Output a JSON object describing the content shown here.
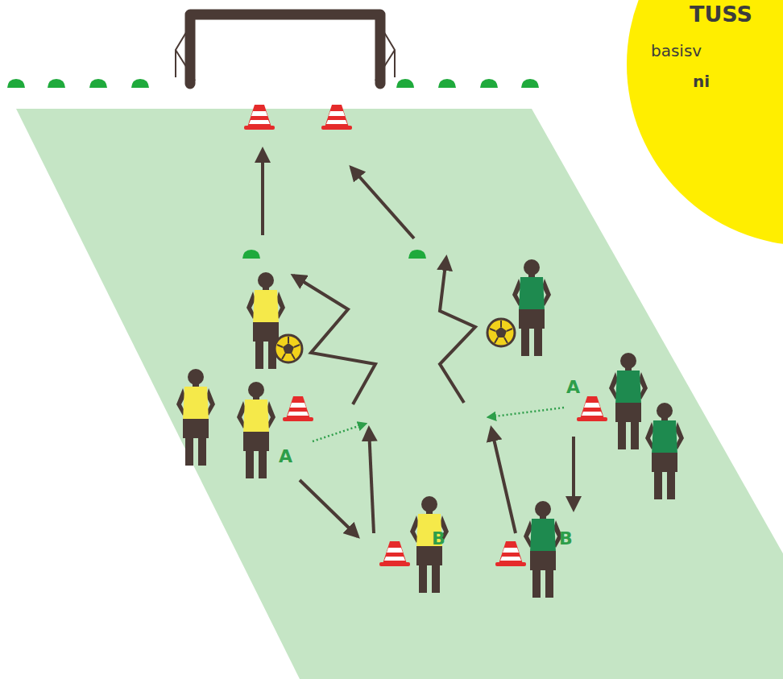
{
  "diagram": {
    "nodes": [
      {
        "text": [
          "TUSS",
          "basisv",
          "ni"
        ]
      }
    ],
    "labels": [
      "A",
      "A",
      "B",
      "B"
    ]
  }
}
